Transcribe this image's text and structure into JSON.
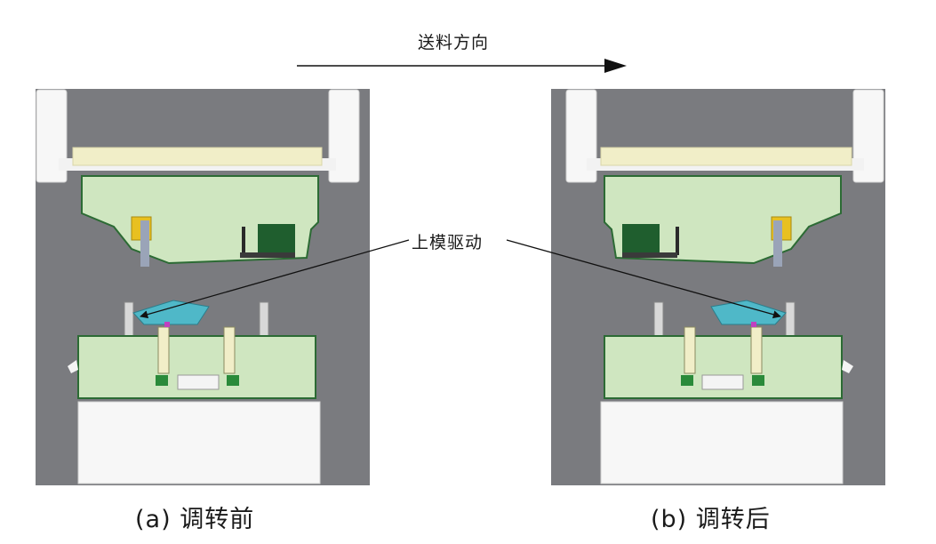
{
  "feed_direction": {
    "label": "送料方向"
  },
  "callout": {
    "label": "上模驱动"
  },
  "panels": [
    {
      "id": "a",
      "caption": "(a) 调转前"
    },
    {
      "id": "b",
      "caption": "(b) 调转后"
    }
  ],
  "colors": {
    "die_background": "#7a7b7f",
    "frame": "#f7f7f7",
    "plate_green": "#cfe6c0",
    "plate_outline": "#2c6b34",
    "guide_bar": "#f1eec8",
    "accent_dark_green": "#1f5e2e",
    "accent_cyan": "#4fb8c8",
    "accent_magenta": "#c040c0",
    "accent_yellow": "#e8c020"
  }
}
